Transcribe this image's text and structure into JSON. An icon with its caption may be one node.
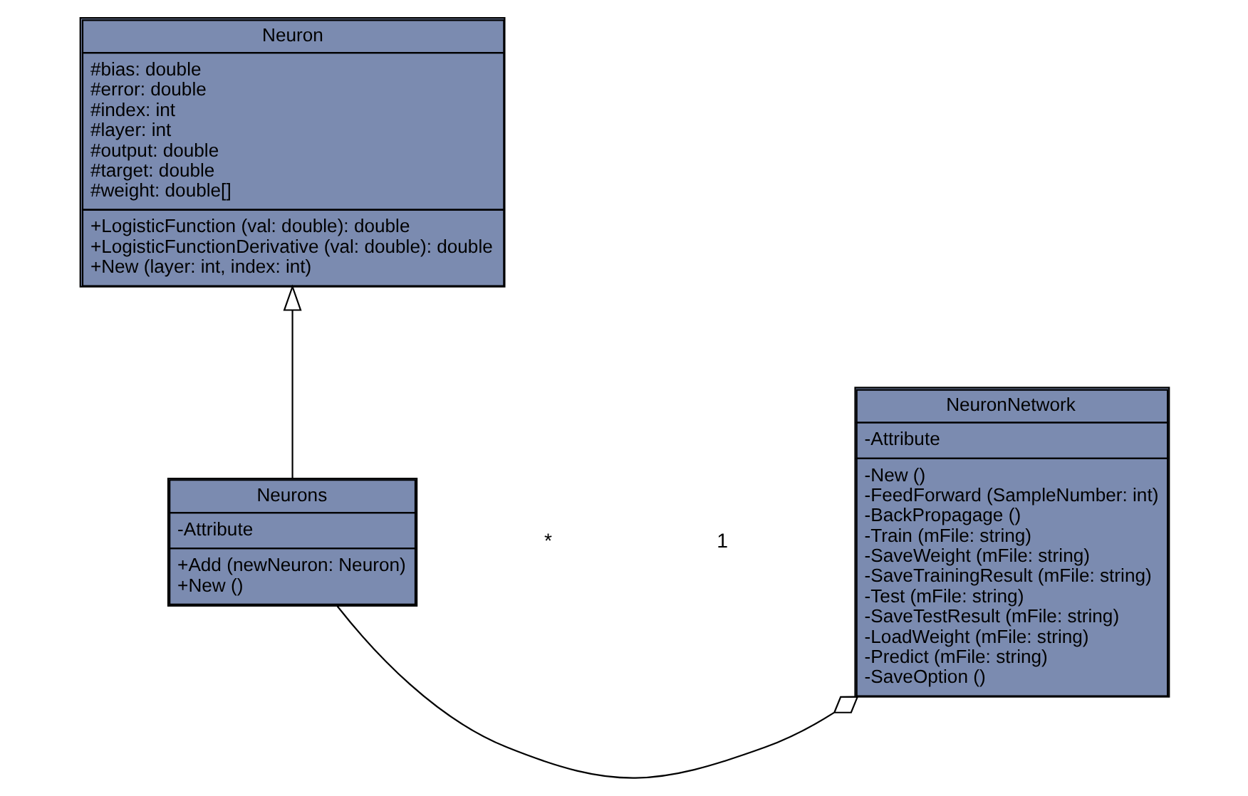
{
  "diagram": {
    "nodes": [
      {
        "text": [
          "Neuron",
          "#bias: double",
          "#error: double",
          "#index: int",
          "#layer: int",
          "#output: double",
          "#target: double",
          "#weight: double[]",
          "+LogisticFunction (val: double): double",
          "+LogisticFunctionDerivative (val: double): double",
          "+New (layer: int, index: int)"
        ]
      },
      {
        "text": [
          "Neurons",
          "-Attribute",
          "+Add (newNeuron: Neuron)",
          "+New ()"
        ]
      },
      {
        "text": [
          "NeuronNetwork",
          "-Attribute",
          "-New ()",
          "-FeedForward (SampleNumber: int)",
          "-BackPropagage ()",
          "-Train (mFile: string)",
          "-SaveWeight (mFile: string)",
          "-SaveTrainingResult (mFile: string)",
          "-Test (mFile: string)",
          "-SaveTestResult (mFile: string)",
          "-LoadWeight (mFile: string)",
          "-Predict (mFile: string)",
          "-SaveOption ()"
        ]
      }
    ],
    "edges": [
      {
        "from": 1,
        "to": 0,
        "arrow": "to"
      },
      {
        "from": 1,
        "to": 2,
        "arrow": "other"
      }
    ],
    "labels": [
      "*",
      "1"
    ]
  }
}
